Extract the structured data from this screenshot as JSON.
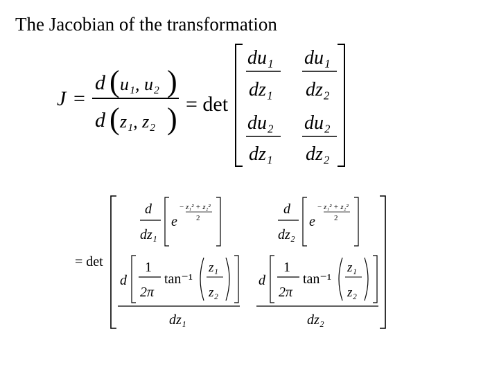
{
  "slide": {
    "title": "The Jacobian of the transformation"
  },
  "equation1": {
    "lhs": "J",
    "equals": "=",
    "d": "d",
    "num_args": "u₁, u₂",
    "den_args": "z₁, z₂",
    "det": "det",
    "matrix": [
      [
        {
          "num": "du₁",
          "den": "dz₁"
        },
        {
          "num": "du₁",
          "den": "dz₂"
        }
      ],
      [
        {
          "num": "du₂",
          "den": "dz₁"
        },
        {
          "num": "du₂",
          "den": "dz₂"
        }
      ]
    ]
  },
  "equation2": {
    "prefix": "= det",
    "row1": [
      {
        "num": "d",
        "den": "dz₁",
        "base": "e",
        "exponent": "z₁² + z₂²",
        "exponent_den": "2"
      },
      {
        "num": "d",
        "den": "dz₂",
        "base": "e",
        "exponent": "z₁² + z₂²",
        "exponent_den": "2"
      }
    ],
    "row2": [
      {
        "d": "d",
        "one": "1",
        "two_pi": "2π",
        "tan": "tan⁻¹",
        "arg_num": "z₁",
        "arg_den": "z₂",
        "den": "dz₁"
      },
      {
        "d": "d",
        "one": "1",
        "two_pi": "2π",
        "tan": "tan⁻¹",
        "arg_num": "z₁",
        "arg_den": "z₂",
        "den": "dz₂"
      }
    ]
  }
}
